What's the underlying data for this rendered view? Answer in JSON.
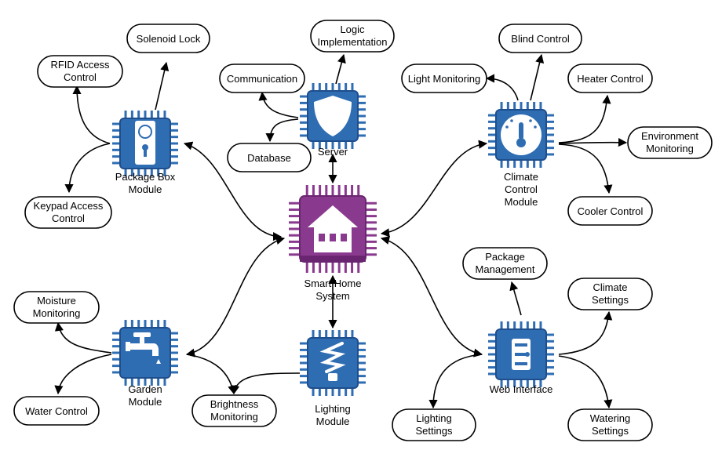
{
  "colors": {
    "chip_blue": "#2f6db3",
    "chip_blue_dark": "#1f4e8c",
    "chip_purple": "#8a3a8e",
    "chip_purple_dark": "#6a2570",
    "pill_stroke": "#000000",
    "edge": "#000000"
  },
  "center": {
    "label_lines": [
      "Smart Home",
      "System"
    ],
    "icon": "house-icon"
  },
  "modules": {
    "server": {
      "label_lines": [
        "Server"
      ],
      "icon": "shield-icon"
    },
    "package_box": {
      "label_lines": [
        "Package Box",
        "Module"
      ],
      "icon": "lock-door-icon"
    },
    "climate": {
      "label_lines": [
        "Climate",
        "Control",
        "Module"
      ],
      "icon": "thermometer-gauge-icon"
    },
    "garden": {
      "label_lines": [
        "Garden",
        "Module"
      ],
      "icon": "faucet-icon"
    },
    "lighting": {
      "label_lines": [
        "Lighting",
        "Module"
      ],
      "icon": "lightbulb-icon"
    },
    "web": {
      "label_lines": [
        "Web Interface"
      ],
      "icon": "web-panel-icon"
    }
  },
  "leaves": {
    "solenoid_lock": [
      "Solenoid Lock"
    ],
    "rfid_access": [
      "RFID Access",
      "Control"
    ],
    "keypad_access": [
      "Keypad Access",
      "Control"
    ],
    "logic_impl": [
      "Logic",
      "Implementation"
    ],
    "communication": [
      "Communication"
    ],
    "database": [
      "Database"
    ],
    "blind_control": [
      "Blind Control"
    ],
    "light_monitoring": [
      "Light Monitoring"
    ],
    "heater_control": [
      "Heater Control"
    ],
    "environment_monitoring": [
      "Environment",
      "Monitoring"
    ],
    "cooler_control": [
      "Cooler Control"
    ],
    "moisture_monitoring": [
      "Moisture",
      "Monitoring"
    ],
    "water_control": [
      "Water Control"
    ],
    "brightness_monitoring": [
      "Brightness",
      "Monitoring"
    ],
    "package_management": [
      "Package",
      "Management"
    ],
    "climate_settings": [
      "Climate",
      "Settings"
    ],
    "lighting_settings": [
      "Lighting",
      "Settings"
    ],
    "watering_settings": [
      "Watering",
      "Settings"
    ]
  }
}
